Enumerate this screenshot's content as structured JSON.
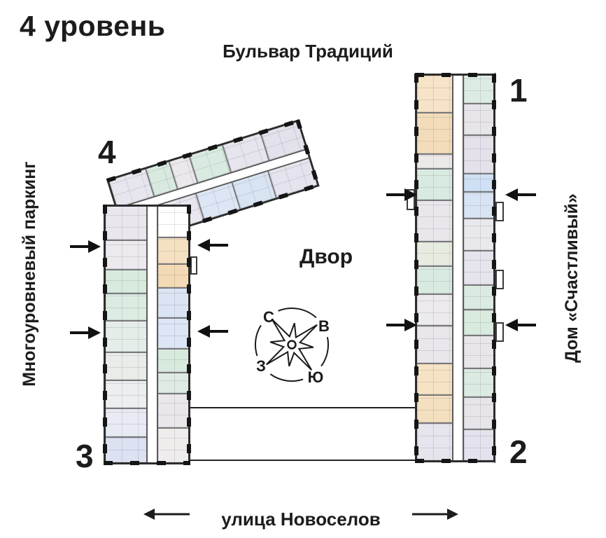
{
  "page": {
    "title": "4 уровень"
  },
  "streets": {
    "top": "Бульвар Традиций",
    "bottom": "улица Новоселов"
  },
  "sides": {
    "left": "Многоуровневый паркинг",
    "right": "Дом «Счастливый»"
  },
  "courtyard_label": "Двор",
  "compass": {
    "n": "С",
    "e": "В",
    "w": "З",
    "s": "Ю"
  },
  "colors": {
    "walls": "#2d2d2d",
    "text": "#1c1c1c",
    "apartment_lavender": "#e6e4ed",
    "apartment_mint": "#d8eade",
    "apartment_blue": "#d9e4f3",
    "apartment_orange": "#f6e0c2",
    "apartment_gray": "#e9e7ec"
  },
  "buildings": {
    "b4": {
      "number": "4",
      "lanes": [
        {
          "cells": [
            {
              "c": "#e7e5ee",
              "s": 56
            },
            {
              "c": "#d8eadf",
              "s": 34
            },
            {
              "c": "#eae8ea",
              "s": 28
            },
            {
              "c": "#d9ebe0",
              "s": 50
            },
            {
              "c": "#e6e4ed",
              "s": 56
            },
            {
              "c": "#e3e1eb",
              "s": 56
            }
          ]
        },
        {
          "cells": [
            {
              "c": "#ffffff",
              "s": 62
            },
            {
              "c": "#e8e6ef",
              "s": 48
            },
            {
              "c": "#dce6f4",
              "s": 52
            },
            {
              "c": "#d9e4f3",
              "s": 52
            },
            {
              "c": "#e5e3ed",
              "s": 60
            }
          ]
        }
      ]
    },
    "b3": {
      "number": "3",
      "lanes": [
        {
          "cells": [
            {
              "c": "#e9e6ee",
              "s": 50
            },
            {
              "c": "#ece9ef",
              "s": 42
            },
            {
              "c": "#d8eade",
              "s": 34
            },
            {
              "c": "#dcece2",
              "s": 40
            },
            {
              "c": "#e4ede8",
              "s": 46
            },
            {
              "c": "#e9ece9",
              "s": 40
            },
            {
              "c": "#eceef0",
              "s": 40
            },
            {
              "c": "#e8eaf4",
              "s": 42
            },
            {
              "c": "#dde2f2",
              "s": 37
            }
          ]
        },
        {
          "cells": [
            {
              "c": "#ffffff",
              "s": 46
            },
            {
              "c": "#f6e0c2",
              "s": 38
            },
            {
              "c": "#f3d9b4",
              "s": 34
            },
            {
              "c": "#dae4f3",
              "s": 44
            },
            {
              "c": "#dce6f5",
              "s": 44
            },
            {
              "c": "#d8eade",
              "s": 34
            },
            {
              "c": "#ddebe2",
              "s": 30
            },
            {
              "c": "#e9e7ea",
              "s": 50
            },
            {
              "c": "#efedec",
              "s": 51
            }
          ]
        }
      ]
    },
    "b12": {
      "number_top": "1",
      "number_bottom": "2",
      "lanes": [
        {
          "cells": [
            {
              "c": "#f6e3c8",
              "s": 55
            },
            {
              "c": "#f3dcba",
              "s": 60
            },
            {
              "c": "#eee9e9",
              "s": 20
            },
            {
              "c": "#d9ebe0",
              "s": 45
            },
            {
              "c": "#e9e7ec",
              "s": 60
            },
            {
              "c": "#e6ecdf",
              "s": 35
            },
            {
              "c": "#d9ebe0",
              "s": 40
            },
            {
              "c": "#eceaed",
              "s": 45
            },
            {
              "c": "#e9e7ec",
              "s": 55
            },
            {
              "c": "#f6e2c4",
              "s": 45
            },
            {
              "c": "#f4dfc0",
              "s": 40
            },
            {
              "c": "#e6e4ec",
              "s": 55
            }
          ]
        },
        {
          "cells": [
            {
              "c": "#ddece3",
              "s": 45
            },
            {
              "c": "#e7e5ea",
              "s": 50
            },
            {
              "c": "#e4e1ea",
              "s": 60
            },
            {
              "c": "#cfe0f5",
              "s": 28
            },
            {
              "c": "#d8e3f3",
              "s": 42
            },
            {
              "c": "#e9e8ec",
              "s": 50
            },
            {
              "c": "#e6e4ec",
              "s": 55
            },
            {
              "c": "#dcebe1",
              "s": 38
            },
            {
              "c": "#d9eade",
              "s": 40
            },
            {
              "c": "#e8e6ea",
              "s": 52
            },
            {
              "c": "#dcebe1",
              "s": 45
            },
            {
              "c": "#e7e5e9",
              "s": 50
            },
            {
              "c": "#e4e2ec",
              "s": 50
            }
          ]
        }
      ]
    }
  }
}
